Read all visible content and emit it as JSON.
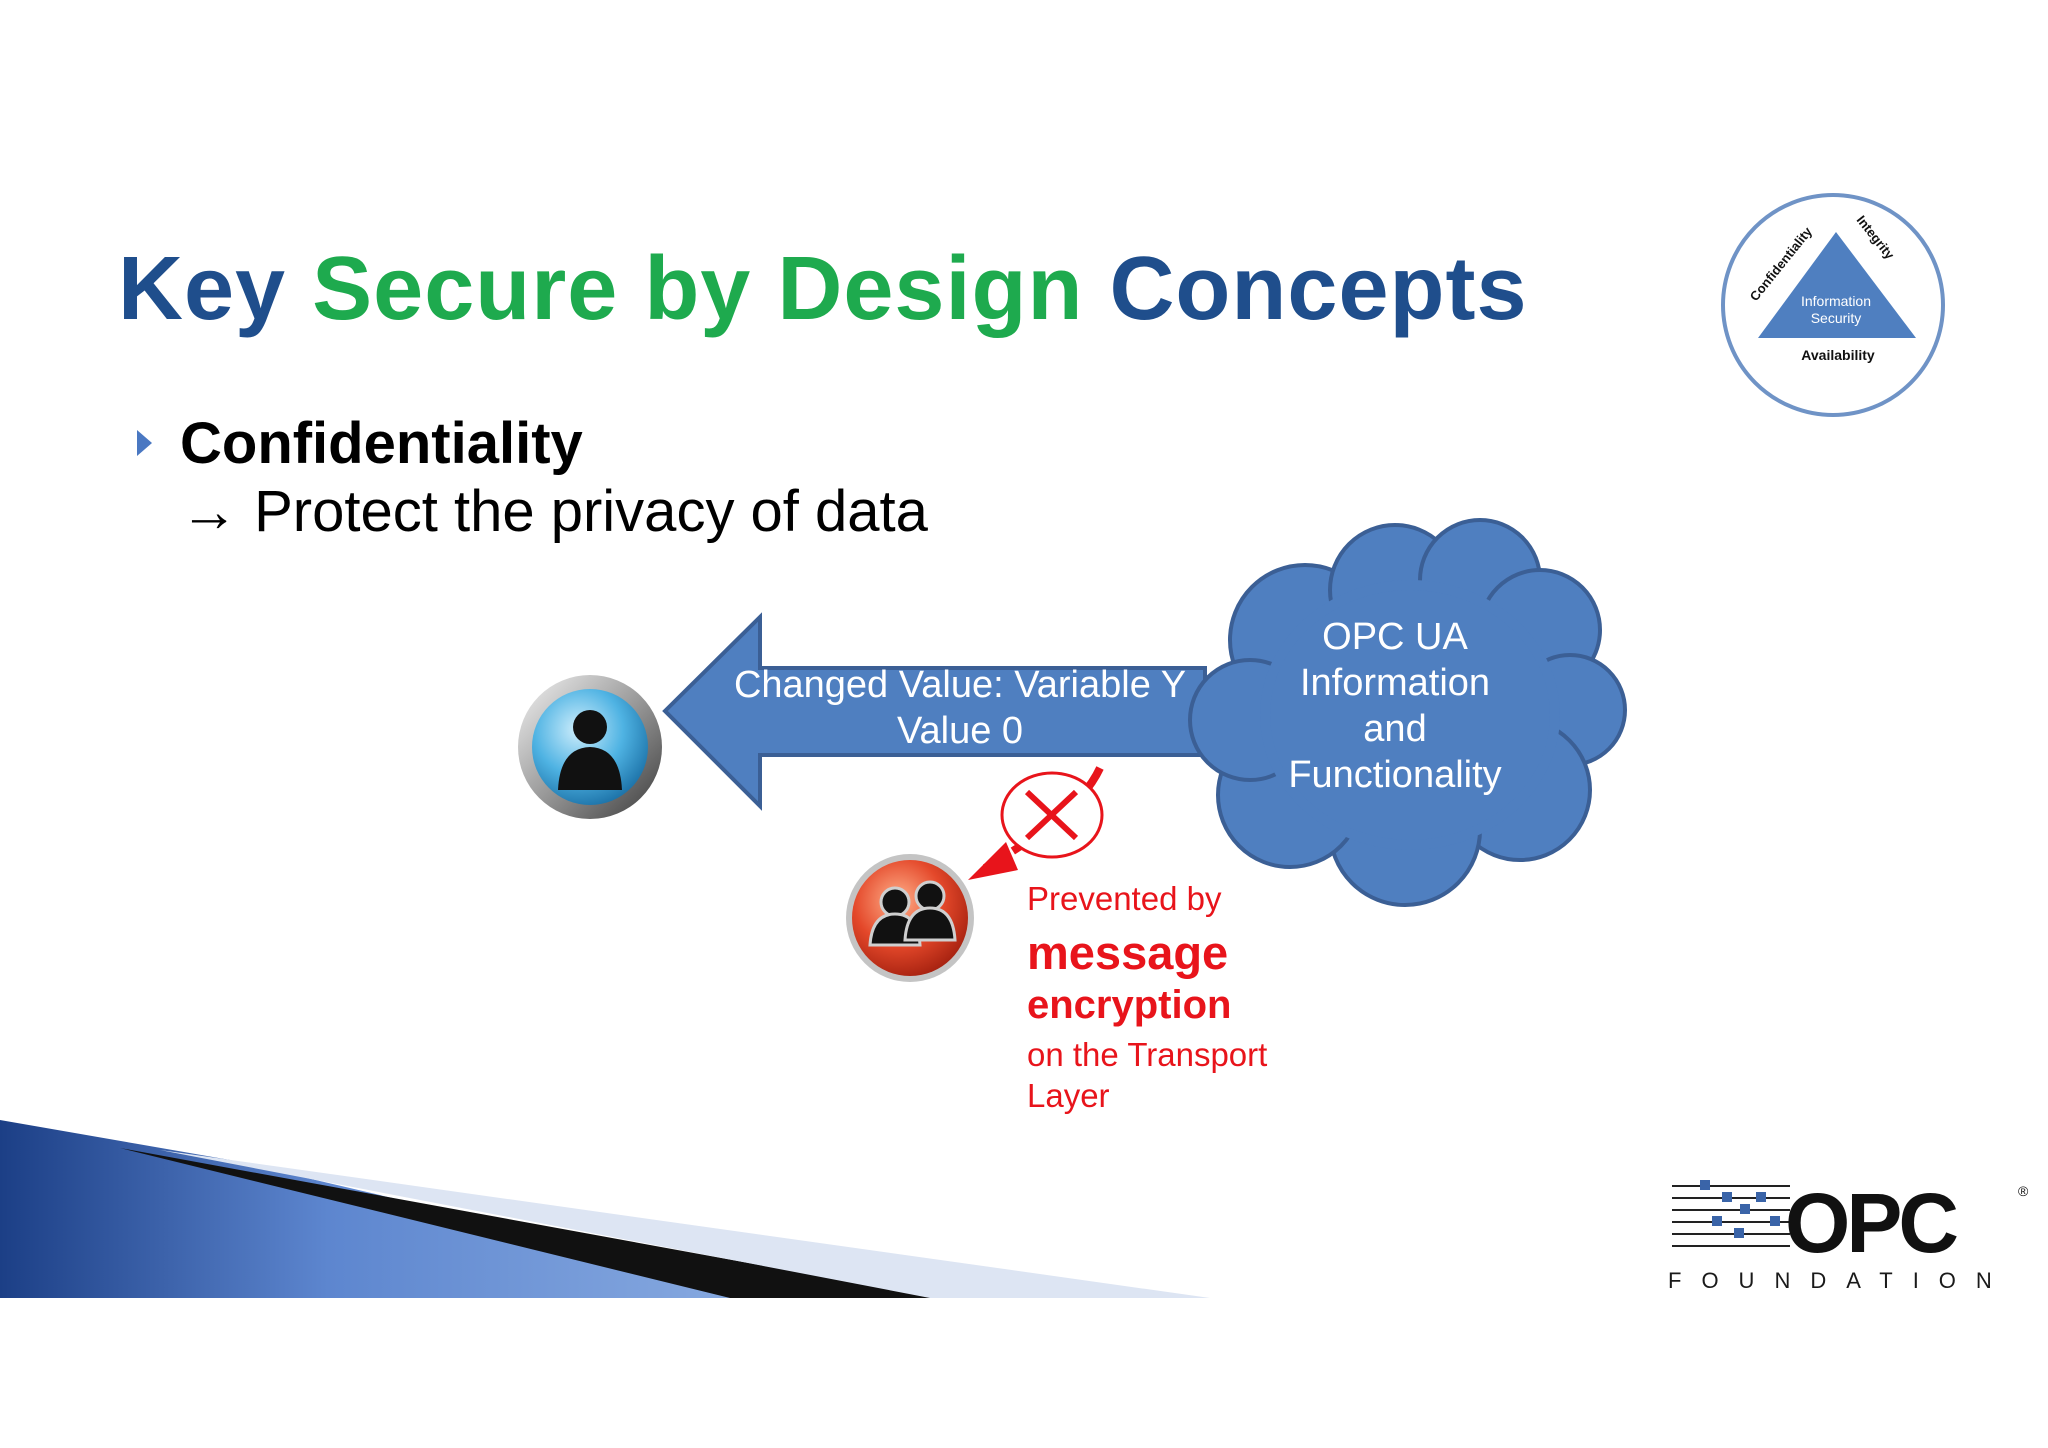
{
  "title": {
    "word1": "Key",
    "word2": "Secure by Design",
    "word3": "Concepts",
    "color_primary": "#1f4e8c",
    "color_accent": "#1eaa4e"
  },
  "bullet": {
    "heading": "Confidentiality",
    "arrow_glyph": "→",
    "subtext": "Protect the privacy of data"
  },
  "badge": {
    "center_line1": "Information",
    "center_line2": "Security",
    "left_side": "Confidentiality",
    "right_side": "Integrity",
    "bottom": "Availability"
  },
  "diagram": {
    "arrow_line1": "Changed Value: Variable Y",
    "arrow_line2": "Value 0",
    "cloud_line1": "OPC UA",
    "cloud_line2": "Information",
    "cloud_line3": "and",
    "cloud_line4": "Functionality",
    "note_line1": "Prevented by",
    "note_line2": "message",
    "note_line3": "encryption",
    "note_line4": "on the Transport",
    "note_line5": "Layer",
    "shape_color": "#4f7fc0",
    "note_color": "#e8141b",
    "user_icon": "user-icon",
    "attacker_icon": "users-group-icon"
  },
  "logo": {
    "mark": "OPC",
    "registered": "®",
    "tagline": "FOUNDATION"
  }
}
